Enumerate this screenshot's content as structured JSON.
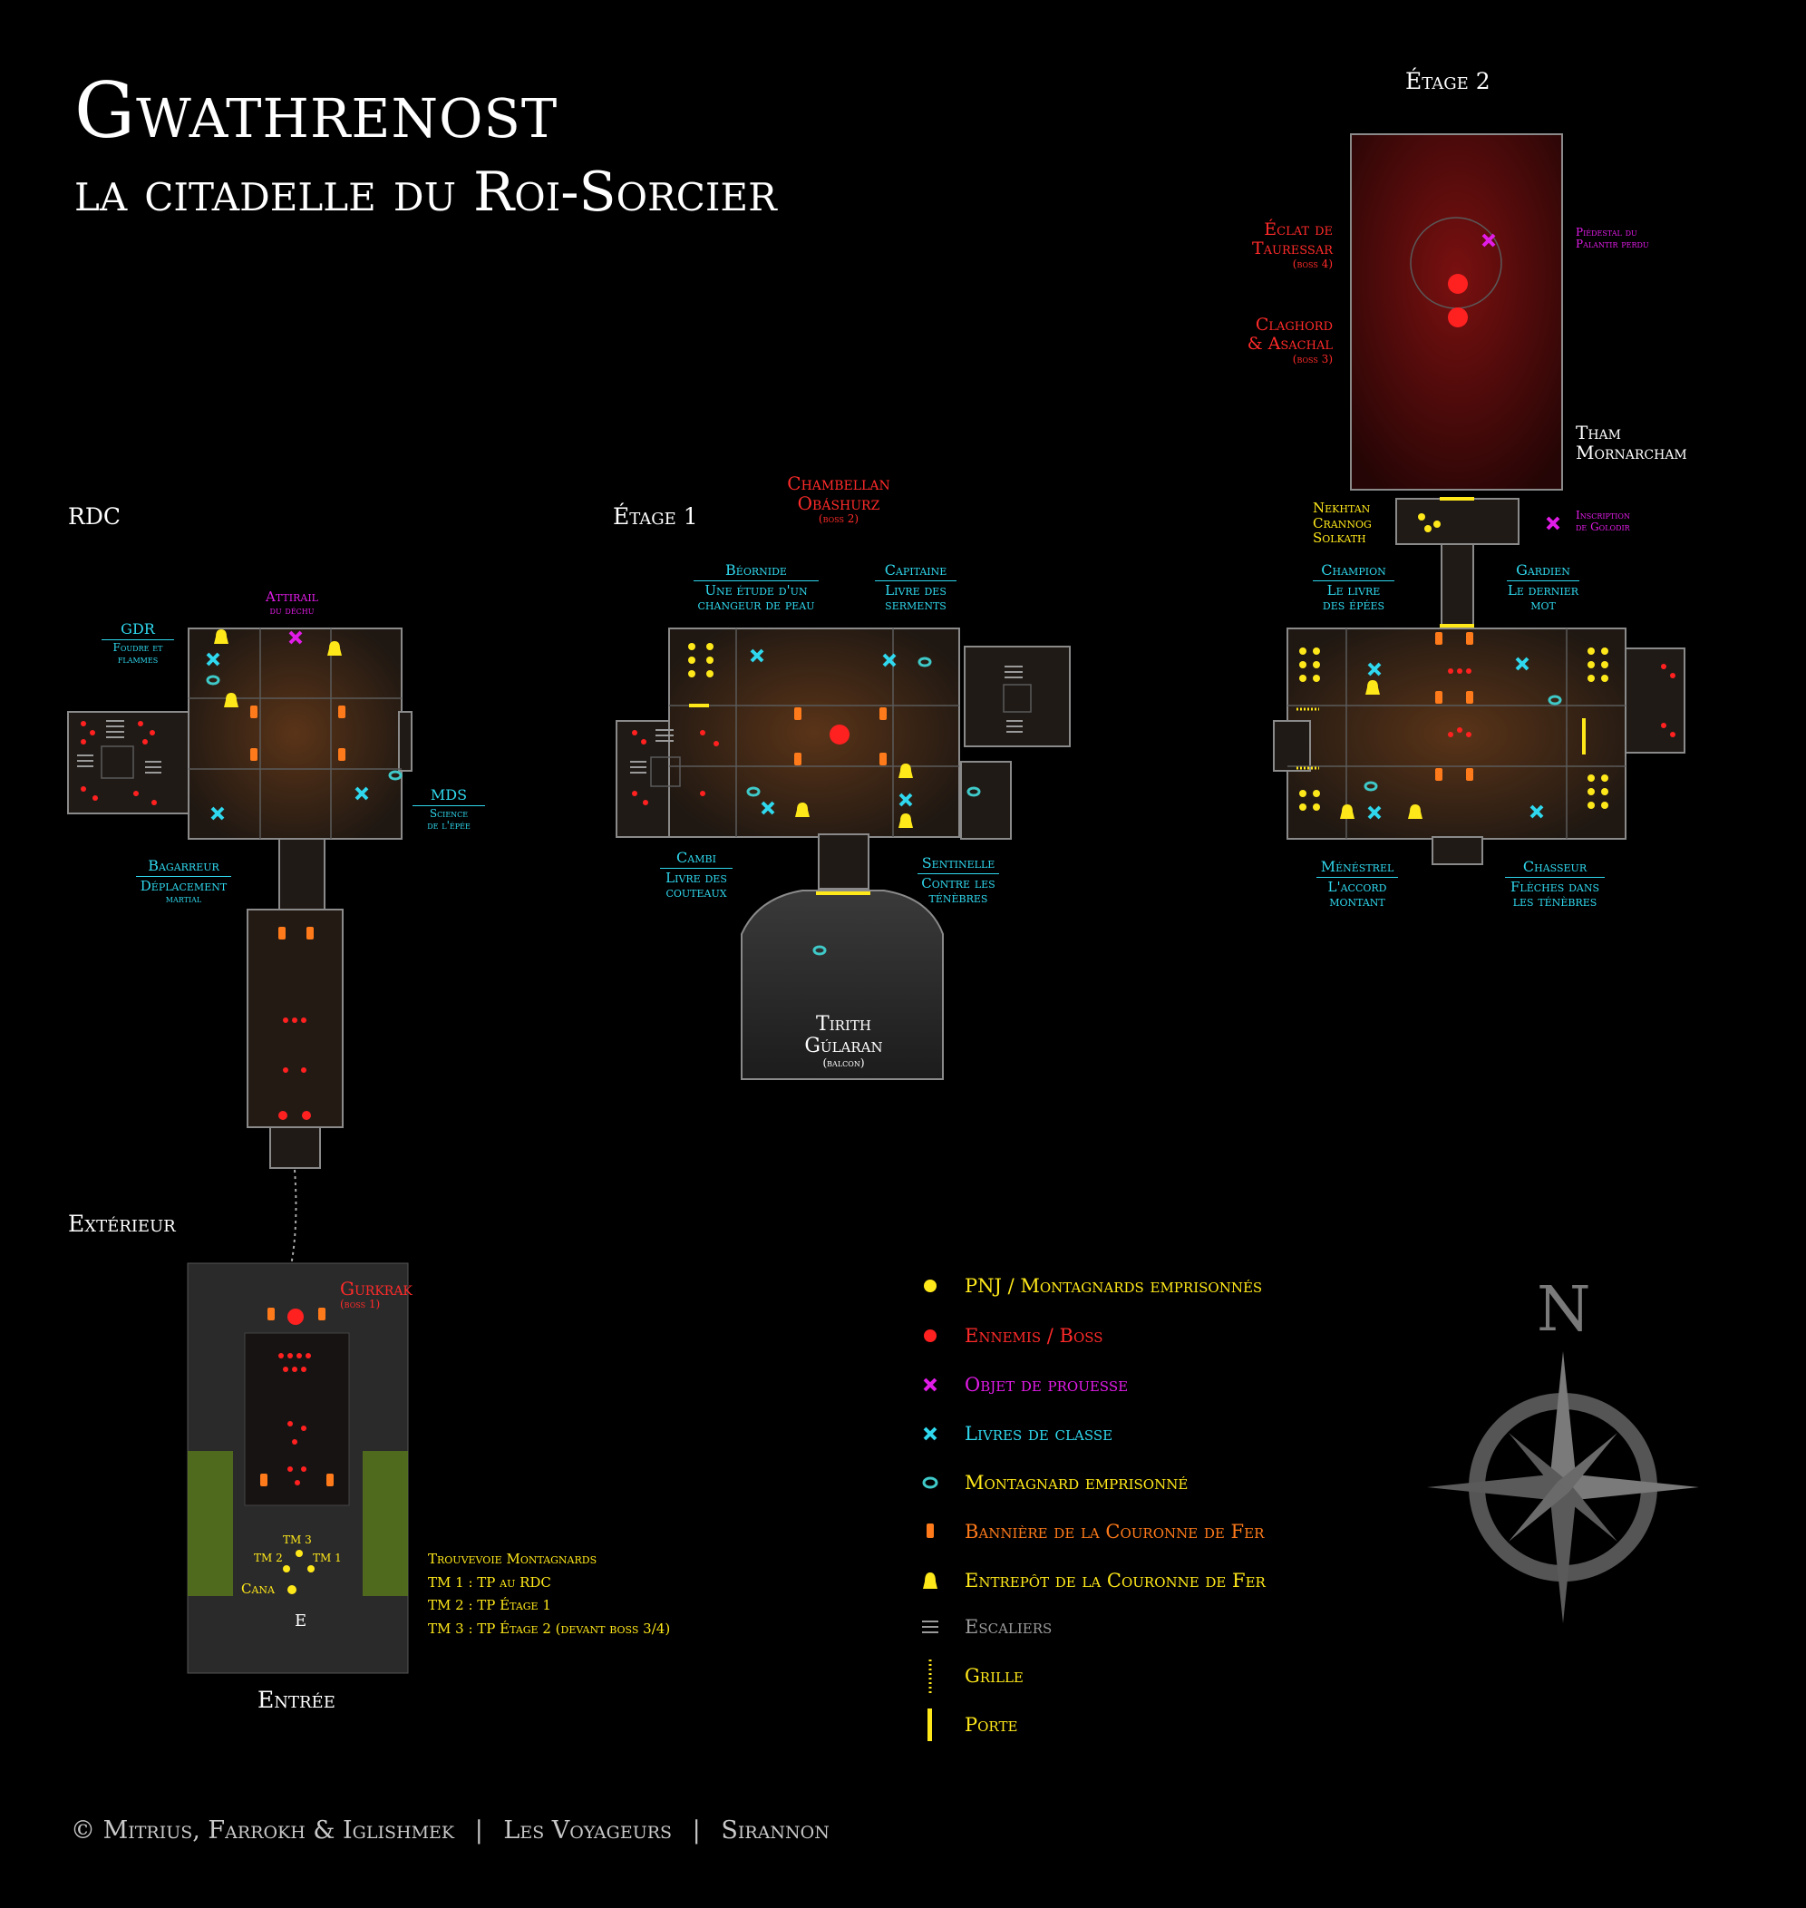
{
  "title": {
    "line1": "Gwathrenost",
    "line2": "la citadelle du Roi-Sorcier"
  },
  "sections": {
    "rdc": "RDC",
    "etage1": "Étage 1",
    "etage2": "Étage 2",
    "exterieur": "Extérieur",
    "entree": "Entrée"
  },
  "rdc_labels": {
    "gdr_head": "GDR",
    "gdr_sub1": "Foudre et",
    "gdr_sub2": "flammes",
    "attirail1": "Attirail",
    "attirail2": "du déchu",
    "mds_head": "MDS",
    "mds_sub1": "Science",
    "mds_sub2": "de l'épée",
    "bag_head": "Bagarreur",
    "bag_sub1": "Déplacement",
    "bag_sub2": "martial"
  },
  "etage1_labels": {
    "chamb1": "Chambellan",
    "chamb2": "Obáshurz",
    "chamb3": "(boss 2)",
    "beo_head": "Béornide",
    "beo_sub1": "Une étude d'un",
    "beo_sub2": "changeur de peau",
    "cap_head": "Capitaine",
    "cap_sub1": "Livre des",
    "cap_sub2": "serments",
    "cambi_head": "Cambi",
    "cambi_sub1": "Livre des",
    "cambi_sub2": "couteaux",
    "sent_head": "Sentinelle",
    "sent_sub1": "Contre les",
    "sent_sub2": "ténèbres",
    "tirith1": "Tirith",
    "tirith2": "Gúlaran",
    "tirith3": "(balcon)"
  },
  "etage2_labels": {
    "eclat1": "Éclat de",
    "eclat2": "Tauressar",
    "eclat3": "(boss 4)",
    "clag1": "Claghord",
    "clag2": "& Asachal",
    "clag3": "(boss 3)",
    "pied1": "Piédestal du",
    "pied2": "Palantir perdu",
    "tham1": "Tham",
    "tham2": "Mornarcham",
    "nek1": "Nekhtan",
    "nek2": "Crannog",
    "nek3": "Solkath",
    "insc1": "Inscription",
    "insc2": "de Golodir",
    "champ_head": "Champion",
    "champ_sub1": "Le livre",
    "champ_sub2": "des épées",
    "gard_head": "Gardien",
    "gard_sub1": "Le dernier",
    "gard_sub2": "mot",
    "men_head": "Ménéstrel",
    "men_sub1": "L'accord",
    "men_sub2": "montant",
    "chas_head": "Chasseur",
    "chas_sub1": "Flèches dans",
    "chas_sub2": "les ténèbres"
  },
  "exterieur_labels": {
    "gurk1": "Gurkrak",
    "gurk2": "(boss 1)",
    "tm3": "TM 3",
    "tm2": "TM 2",
    "tm1": "TM 1",
    "cana": "Cana",
    "e": "E",
    "trouve_head": "Trouvevoie Montagnards",
    "trouve1": "TM 1 : TP au RDC",
    "trouve2": "TM 2 : TP Étage 1",
    "trouve3": "TM 3 : TP Étage 2 (devant boss 3/4)"
  },
  "legend": [
    {
      "label": "PNJ / Montagnards emprisonnés",
      "color": "#ffe81a",
      "icon": "dot"
    },
    {
      "label": "Ennemis / Boss",
      "color": "#ff2a2a",
      "icon": "dot"
    },
    {
      "label": "Objet de prouesse",
      "color": "#e21ce8",
      "icon": "cross"
    },
    {
      "label": "Livres de classe",
      "color": "#2fd8ee",
      "icon": "cross"
    },
    {
      "label": "Montagnard emprisonné",
      "color": "#ffe81a",
      "icon": "ring"
    },
    {
      "label": "Bannière de la Couronne de Fer",
      "color": "#ff7a1a",
      "icon": "banner"
    },
    {
      "label": "Entrepôt de la Couronne de Fer",
      "color": "#ffe81a",
      "icon": "bell"
    },
    {
      "label": "Escaliers",
      "color": "#9a9a9a",
      "icon": "stairs"
    },
    {
      "label": "Grille",
      "color": "#ffe81a",
      "icon": "grille"
    },
    {
      "label": "Porte",
      "color": "#ffe81a",
      "icon": "door"
    }
  ],
  "compass": {
    "north": "N"
  },
  "footer": {
    "copyright": "© Mitrius, Farrokh & Iglishmek",
    "sep1": "|",
    "group": "Les Voyageurs",
    "sep2": "|",
    "server": "Sirannon"
  }
}
